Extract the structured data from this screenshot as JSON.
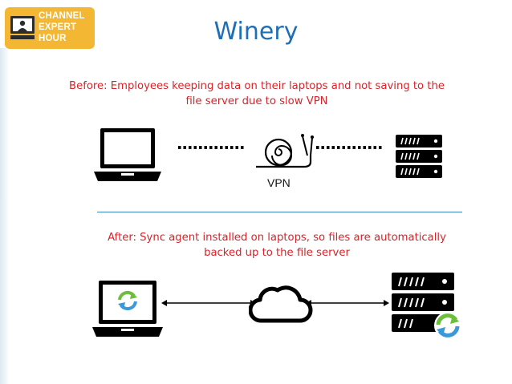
{
  "logo": {
    "lines": [
      "CHANNEL",
      "EXPERT",
      "HOUR"
    ]
  },
  "slide": {
    "title": "Winery",
    "before_text": "Before: Employees keeping data on their laptops and not saving to the file server due to slow VPN",
    "vpn_label": "VPN",
    "after_text": "After: Sync agent installed on laptops, so files are automatically backed up to the file server"
  },
  "icons": {
    "before": [
      "laptop-icon",
      "dotted-line",
      "snail-icon",
      "dotted-line",
      "server-icon"
    ],
    "after": [
      "laptop-sync-icon",
      "double-arrow-line",
      "cloud-icon",
      "double-arrow-line",
      "server-sync-icon"
    ]
  },
  "colors": {
    "title": "#1f6fb5",
    "caption": "#d7242a",
    "logo": "#f3b733",
    "divider": "#3b82c4",
    "sync_green": "#6cbf3a",
    "sync_blue": "#3a9ad9"
  }
}
